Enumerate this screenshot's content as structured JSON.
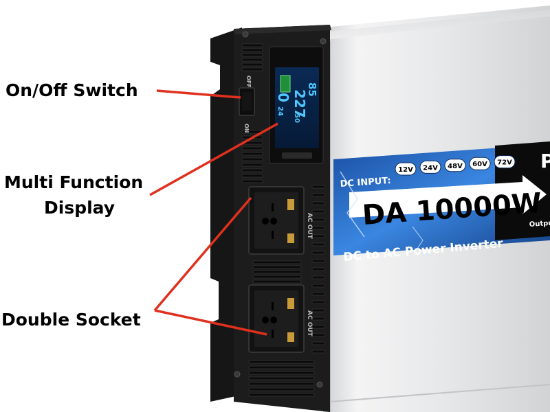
{
  "callouts": {
    "switch": "On/Off Switch",
    "display_line1": "Multi Function",
    "display_line2": "Display",
    "socket": "Double Socket"
  },
  "device": {
    "switch_on": "ON",
    "switch_off": "OFF",
    "socket_label": "AC OUT",
    "screen": {
      "reading_1": "85",
      "reading_2": "227",
      "reading_3": "0",
      "reading_4": "50",
      "reading_5": "24"
    },
    "banner": {
      "dc_input_label": "DC INPUT:",
      "voltages": [
        "12V",
        "24V",
        "48V",
        "60V",
        "72V"
      ],
      "model": "DA 10000W",
      "subtitle": "DC to AC Power Inverter",
      "output_fragment": "Outpu",
      "right_edge_fragment": "P"
    }
  },
  "colors": {
    "leader_line": "#e0301e",
    "banner_blue": "#1f5fb8",
    "banner_black": "#0b0b0b",
    "panel_dark": "#1c1c1c",
    "screen_cyan": "#4fc8ff"
  }
}
